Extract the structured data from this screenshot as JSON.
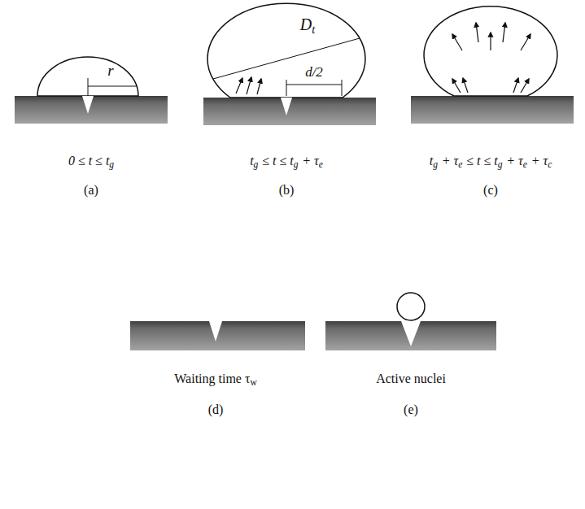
{
  "diagram": {
    "labels": [
      "r",
      "D",
      "t",
      "d/2",
      "0 ≤ t ≤ t",
      "g",
      "(a)",
      "t",
      "g",
      "≤ t ≤ t",
      "g",
      "+ τ",
      "e",
      "(b)",
      "t",
      "g",
      "+ τ",
      "e",
      "≤ t ≤ t",
      "g",
      "+ τ",
      "e",
      "+ τ",
      "c",
      "(c)",
      "Waiting time τ",
      "w",
      "(d)",
      "Active nuclei",
      "(e)"
    ]
  }
}
